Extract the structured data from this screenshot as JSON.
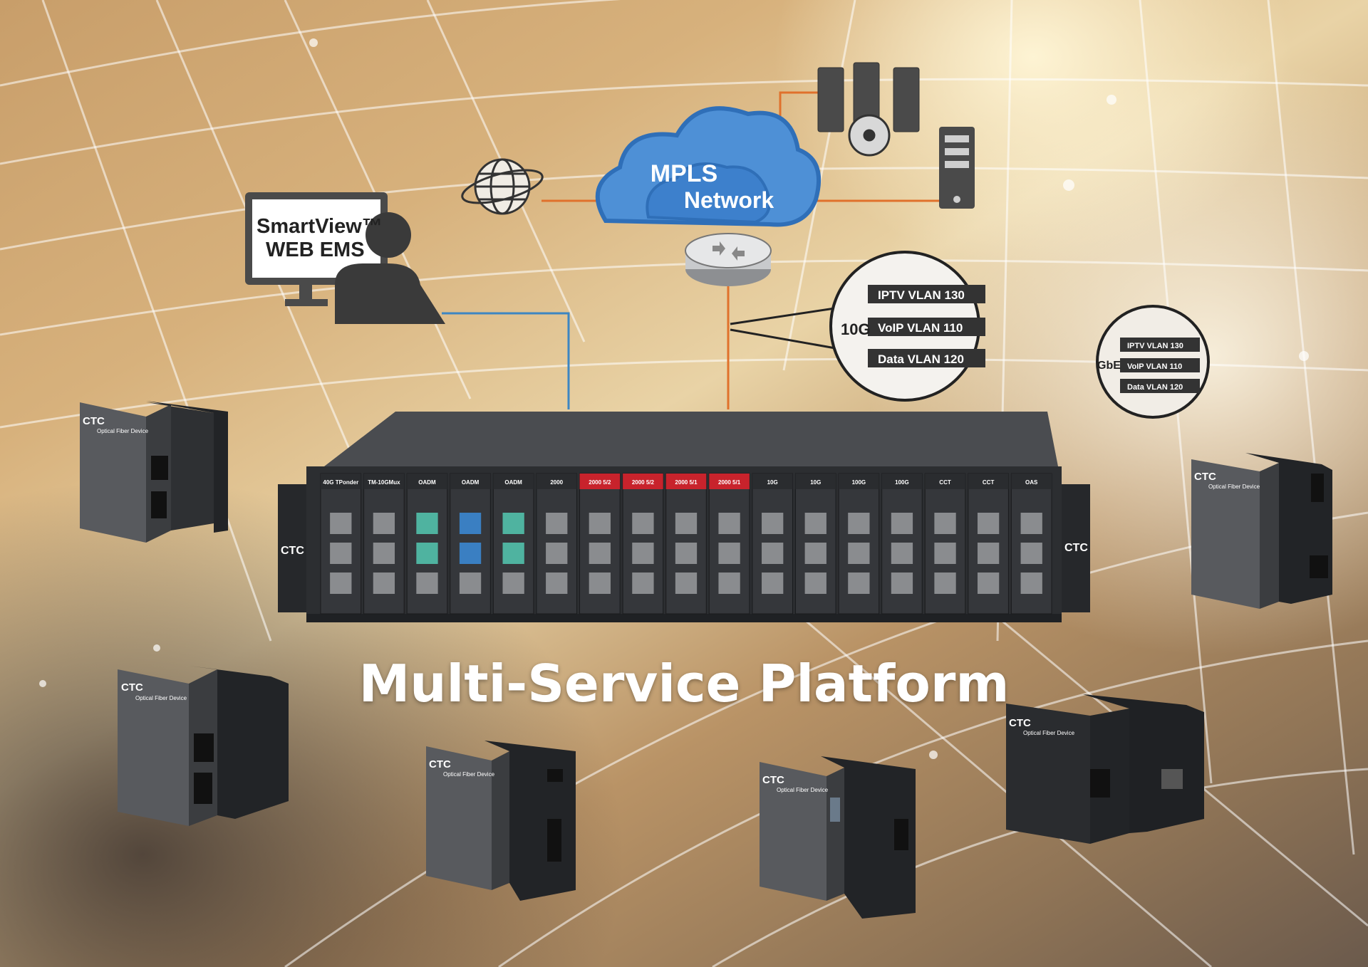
{
  "title": "Multi-Service Platform",
  "ems_label_line1": "SmartView™",
  "ems_label_line2": "WEB EMS",
  "cloud_label_line1": "MPLS",
  "cloud_label_line2": "Network",
  "vlan_large": {
    "speed": "10G",
    "entries": [
      "IPTV VLAN 130",
      "VoIP VLAN 110",
      "Data VLAN 120"
    ]
  },
  "vlan_small": {
    "speed": "GbE",
    "entries": [
      "IPTV VLAN 130",
      "VoIP VLAN 110",
      "Data VLAN 120"
    ]
  },
  "device_brand": "CTC",
  "device_caption": "Optical Fiber Device",
  "chassis_card_labels": [
    "40G TPonder",
    "TM-10GMux",
    "OADM",
    "OADM",
    "OADM",
    "2000",
    "2000 5/2",
    "2000 5/2",
    "2000 5/1",
    "2000 5/1",
    "10G",
    "10G",
    "100G",
    "100G",
    "CCT",
    "CCT",
    "OAS"
  ],
  "colors": {
    "link_orange": "#e0712c",
    "link_blue": "#3d86c2",
    "cloud_blue": "#2f6fb8",
    "device_body": "#3b3d40",
    "chassis_body": "#2c2e31",
    "card_red": "#c8232c"
  }
}
